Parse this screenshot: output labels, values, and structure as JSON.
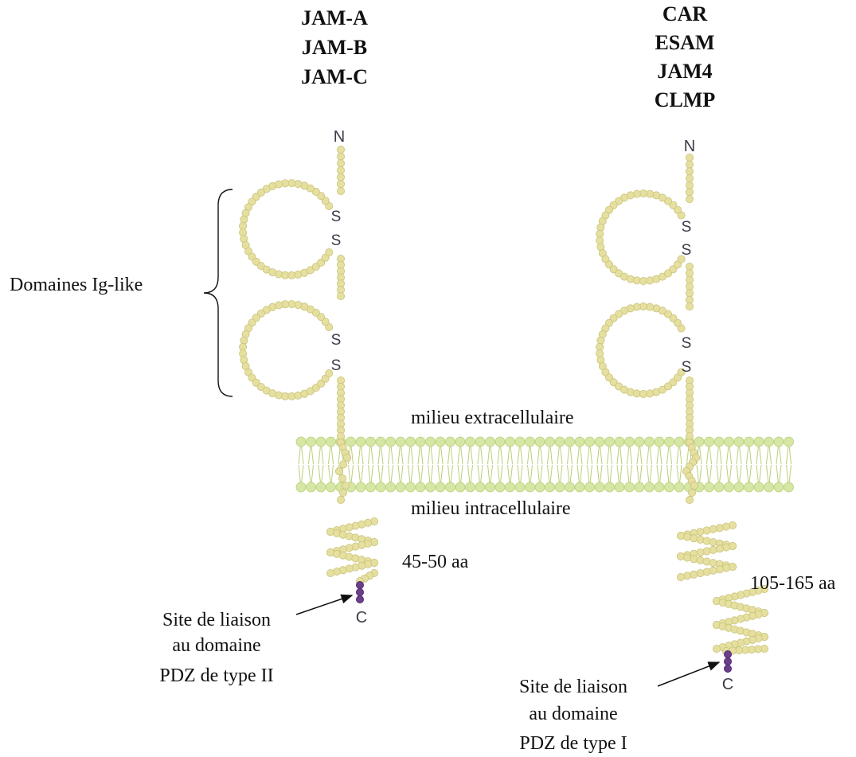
{
  "labels": {
    "left_names": [
      "JAM-A",
      "JAM-B",
      "JAM-C"
    ],
    "right_names": [
      "CAR",
      "ESAM",
      "JAM4",
      "CLMP"
    ],
    "ig_domains": "Domaines Ig-like",
    "extracellular": "milieu extracellulaire",
    "intracellular": "milieu intracellulaire",
    "left_tail_length": "45-50 aa",
    "right_tail_length": "105-165 aa",
    "left_site": [
      "Site de liaison",
      "au domaine",
      "PDZ de type II"
    ],
    "right_site": [
      "Site de liaison",
      "au domaine",
      "PDZ de type I"
    ],
    "n_terminus": "N",
    "c_terminus": "C",
    "disulfide": "S"
  },
  "colors": {
    "bead": "#e6e0a0",
    "bead_stroke": "#c9c27a",
    "membrane": "#d6e6a4",
    "membrane_stroke": "#b9cf78",
    "pdz_motif": "#6b3e8c",
    "arrow": "#111111"
  },
  "icons": {
    "brace": "curly-brace",
    "arrow": "arrow"
  }
}
